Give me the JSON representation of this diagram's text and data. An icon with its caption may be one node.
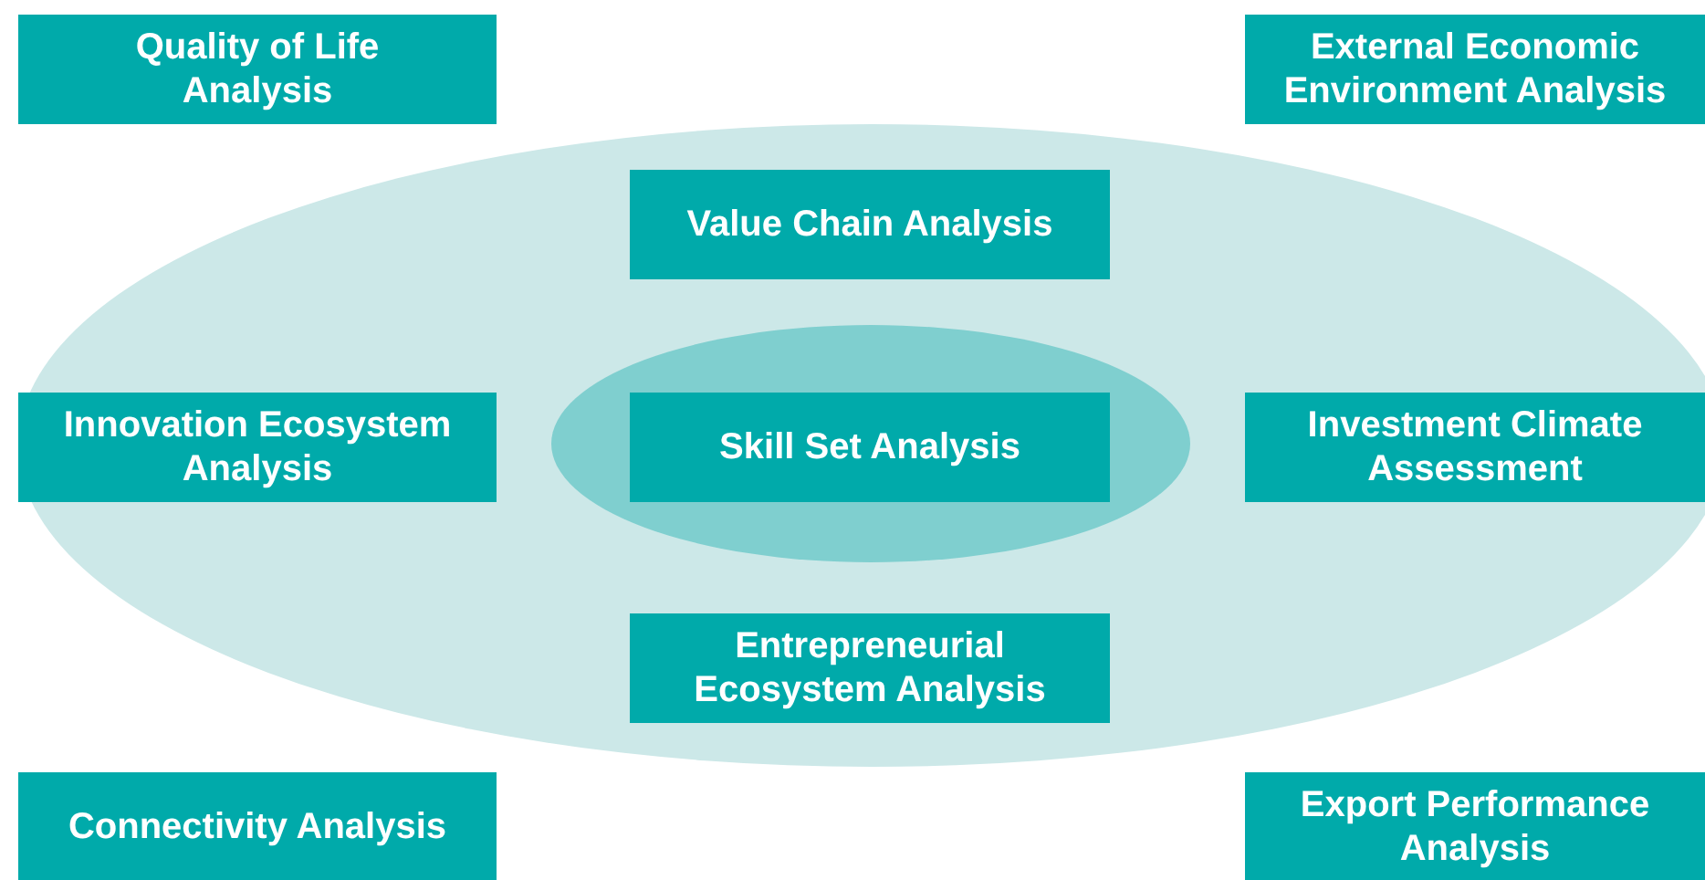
{
  "diagram": {
    "nodes": [
      {
        "text": [
          "Quality of Life Analysis"
        ]
      },
      {
        "text": [
          "External Economic Environment Analysis"
        ]
      },
      {
        "text": [],
        "shape": "ellipse"
      },
      {
        "text": [
          "Value Chain Analysis"
        ],
        "in": 2
      },
      {
        "text": [
          "Innovation Ecosystem Analysis"
        ],
        "in": 2
      },
      {
        "text": [],
        "shape": "ellipse",
        "in": 2
      },
      {
        "text": [
          "Skill Set Analysis"
        ],
        "in": 5
      },
      {
        "text": [
          "Investment Climate Assessment"
        ],
        "in": 2
      },
      {
        "text": [
          "Entrepreneurial Ecosystem Analysis"
        ],
        "in": 2
      },
      {
        "text": [
          "Connectivity Analysis"
        ]
      },
      {
        "text": [
          "Export Performance Analysis"
        ]
      }
    ]
  }
}
